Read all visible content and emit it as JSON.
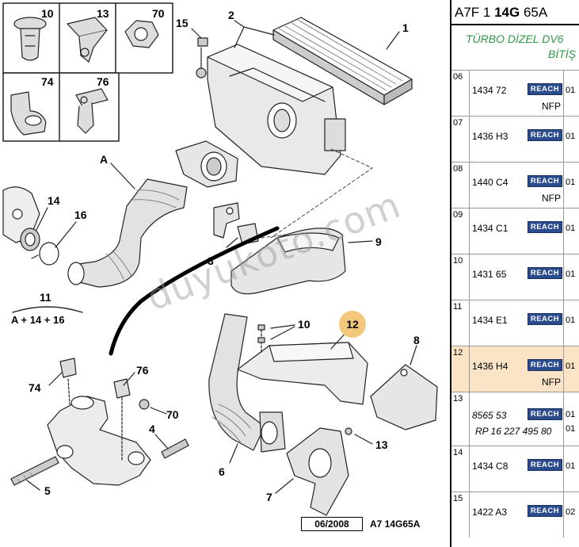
{
  "diagram": {
    "callouts": [
      {
        "id": "c1",
        "label": "1"
      },
      {
        "id": "c2",
        "label": "2"
      },
      {
        "id": "c3",
        "label": "3"
      },
      {
        "id": "c4",
        "label": "4"
      },
      {
        "id": "c5",
        "label": "5"
      },
      {
        "id": "c6",
        "label": "6"
      },
      {
        "id": "c7",
        "label": "7"
      },
      {
        "id": "c8",
        "label": "8"
      },
      {
        "id": "c9",
        "label": "9"
      },
      {
        "id": "c10",
        "label": "10"
      },
      {
        "id": "c11",
        "label": "11"
      },
      {
        "id": "c12",
        "label": "12"
      },
      {
        "id": "c13",
        "label": "13"
      },
      {
        "id": "c14",
        "label": "14"
      },
      {
        "id": "c15",
        "label": "15"
      },
      {
        "id": "c16",
        "label": "16"
      },
      {
        "id": "c70",
        "label": "70"
      },
      {
        "id": "c74",
        "label": "74"
      },
      {
        "id": "c76",
        "label": "76"
      },
      {
        "id": "cA",
        "label": "A"
      }
    ],
    "thumbnails": [
      "10",
      "13",
      "70",
      "74",
      "76"
    ],
    "kit_formula": "A + 14 + 16",
    "watermark": "duyukoto.com",
    "date_code": "06/2008",
    "diagram_code": "A7 14G65A"
  },
  "panel": {
    "title_prefix": "A7F 1 ",
    "title_bold": "14G",
    "title_suffix": " 65A",
    "subtitle_line1": "TÜRBO DİZEL DV6",
    "subtitle_line2": "BİTİŞ",
    "reach_label": "REACH",
    "nfp_label": "NFP",
    "rows": [
      {
        "index": "06",
        "part": "1434 72",
        "qty": "01",
        "nfp": true,
        "highlight": false
      },
      {
        "index": "07",
        "part": "1436 H3",
        "qty": "01",
        "nfp": false,
        "highlight": false
      },
      {
        "index": "08",
        "part": "1440 C4",
        "qty": "01",
        "nfp": true,
        "highlight": false
      },
      {
        "index": "09",
        "part": "1434 C1",
        "qty": "01",
        "nfp": false,
        "highlight": false
      },
      {
        "index": "10",
        "part": "1431 65",
        "qty": "01",
        "nfp": false,
        "highlight": false
      },
      {
        "index": "11",
        "part": "1434 E1",
        "qty": "01",
        "nfp": false,
        "highlight": false
      },
      {
        "index": "12",
        "part": "1436 H4",
        "qty": "01",
        "nfp": true,
        "highlight": true
      },
      {
        "index": "13",
        "part": "8565 53",
        "qty": "01",
        "qty2": "01",
        "rp": "RP 16 227 495 80",
        "italic": true,
        "highlight": false
      },
      {
        "index": "14",
        "part": "1434 C8",
        "qty": "01",
        "nfp": false,
        "highlight": false
      },
      {
        "index": "15",
        "part": "1422 A3",
        "qty": "02",
        "nfp": false,
        "highlight": false
      }
    ]
  },
  "colors": {
    "reach_bg": "#2a4c8e",
    "highlight_row": "#fbe4c6",
    "callout_12_bg": "#f3c77c",
    "subtitle_green": "#2e9a48"
  }
}
